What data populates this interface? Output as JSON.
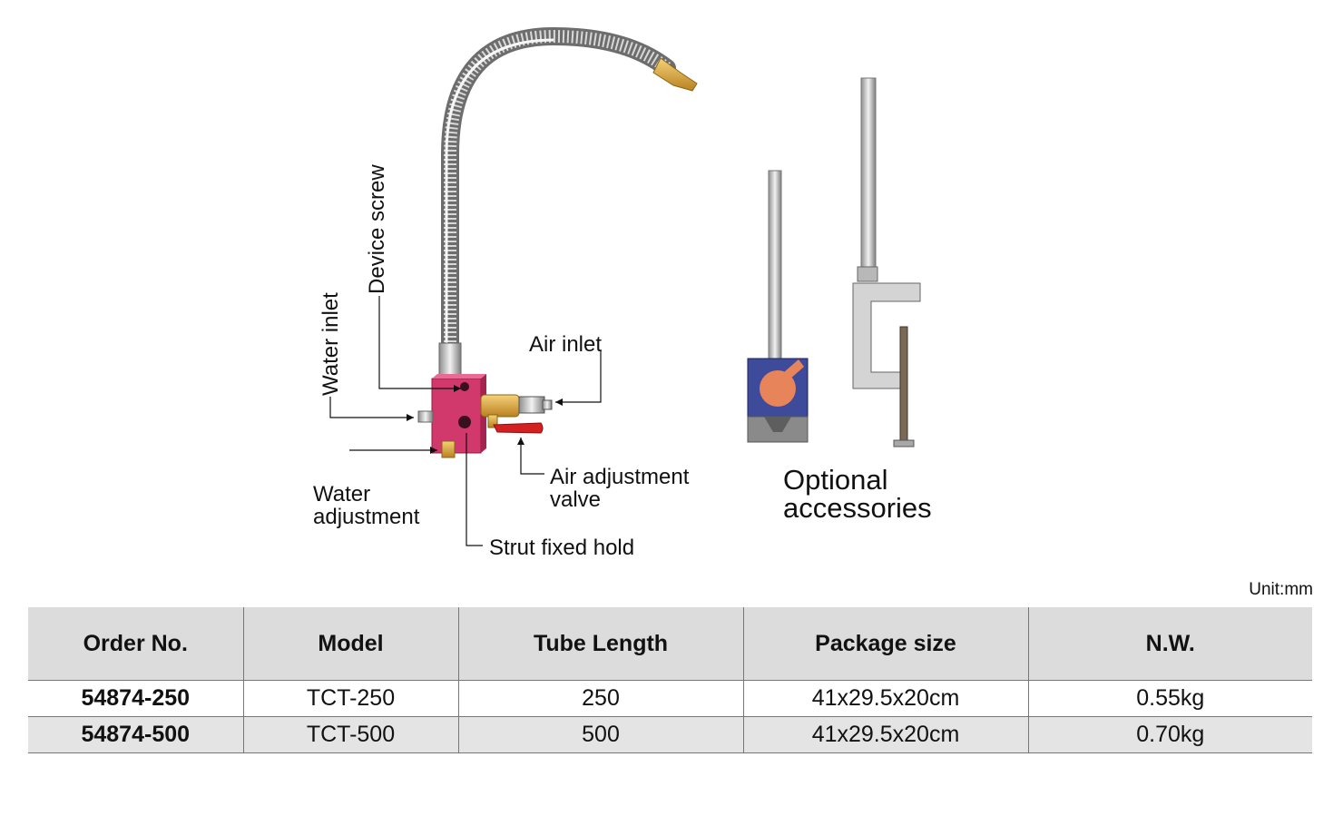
{
  "labels": {
    "device_screw": "Device screw",
    "water_inlet": "Water inlet",
    "air_inlet": "Air inlet",
    "air_adjustment_valve": [
      "Air adjustment",
      "valve"
    ],
    "water_adjustment": [
      "Water",
      "adjustment"
    ],
    "strut_fixed_hold": "Strut fixed hold",
    "optional_accessories": [
      "Optional",
      "accessories"
    ]
  },
  "unit_note": "Unit:mm",
  "table": {
    "headers": [
      "Order No.",
      "Model",
      "Tube Length",
      "Package size",
      "N.W."
    ],
    "rows": [
      [
        "54874-250",
        "TCT-250",
        "250",
        "41x29.5x20cm",
        "0.55kg"
      ],
      [
        "54874-500",
        "TCT-500",
        "500",
        "41x29.5x20cm",
        "0.70kg"
      ]
    ]
  },
  "colors": {
    "block": "#d1386b",
    "brass": "#d9a23a",
    "knob": "#e8845a",
    "magnet_base": "#3e4a9a",
    "valve_handle": "#d42020",
    "header_bg": "#dcdcdc",
    "row_alt_bg": "#e4e4e4"
  }
}
